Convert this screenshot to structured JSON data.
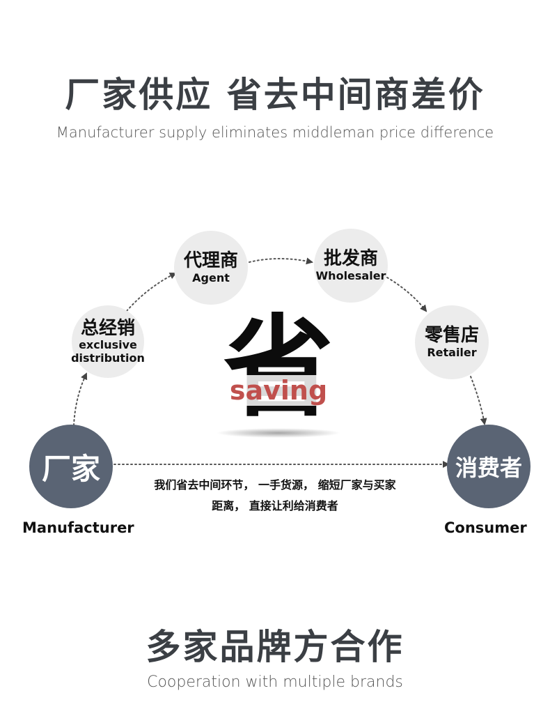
{
  "header": {
    "title": "厂家供应 省去中间商差价",
    "subtitle": "Manufacturer supply eliminates middleman price difference"
  },
  "diagram": {
    "nodes": {
      "exclusive": {
        "cn": "总经销",
        "en_line1": "exclusive",
        "en_line2": "distribution"
      },
      "agent": {
        "cn": "代理商",
        "en": "Agent"
      },
      "wholesaler": {
        "cn": "批发商",
        "en": "Wholesaler"
      },
      "retailer": {
        "cn": "零售店",
        "en": "Retailer"
      },
      "manufacturer": {
        "cn": "厂家",
        "label": "Manufacturer"
      },
      "consumer": {
        "cn": "消费者",
        "label": "Consumer"
      }
    },
    "center": {
      "char": "省",
      "word": "saving"
    },
    "description": {
      "line1": "我们省去中间环节， 一手货源， 缩短厂家与买家",
      "line2": "距离， 直接让利给消费者"
    },
    "colors": {
      "node_bg": "#ececec",
      "end_node_bg": "#5a6474",
      "saving_red": "#c0504d",
      "arrow": "#555555"
    }
  },
  "footer": {
    "title": "多家品牌方合作",
    "subtitle": "Cooperation with multiple brands"
  }
}
